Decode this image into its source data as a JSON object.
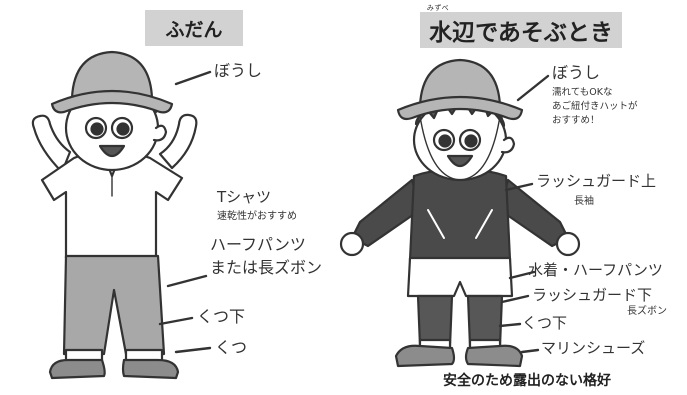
{
  "left_panel": {
    "title": "ふだん",
    "labels": {
      "hat": "ぼうし",
      "shirt": "Tシャツ",
      "shirt_note": "速乾性がおすすめ",
      "pants_line1": "ハーフパンツ",
      "pants_line2": "または長ズボン",
      "socks": "くつ下",
      "shoes": "くつ"
    }
  },
  "right_panel": {
    "title_ruby": "みずべ",
    "title": "水辺であそぶとき",
    "labels": {
      "hat": "ぼうし",
      "hat_note_1": "濡れてもOKな",
      "hat_note_2": "あご紐付きハットが",
      "hat_note_3": "おすすめ！",
      "rash_top": "ラッシュガード上",
      "rash_top_note": "長袖",
      "swim": "水着・ハーフパンツ",
      "rash_bottom": "ラッシュガード下",
      "rash_bottom_note": "長ズボン",
      "socks": "くつ下",
      "shoes": "マリンシューズ"
    },
    "caption": "安全のため露出のない格好"
  },
  "colors": {
    "title_bg": "#d2d2d2",
    "ink": "#333333",
    "hat": "#b5b5b5",
    "pants_grey": "#a8a8a8",
    "rash_dark": "#4a4a4a",
    "rash_leg": "#575757",
    "shoe_grey": "#8c8c8c"
  }
}
